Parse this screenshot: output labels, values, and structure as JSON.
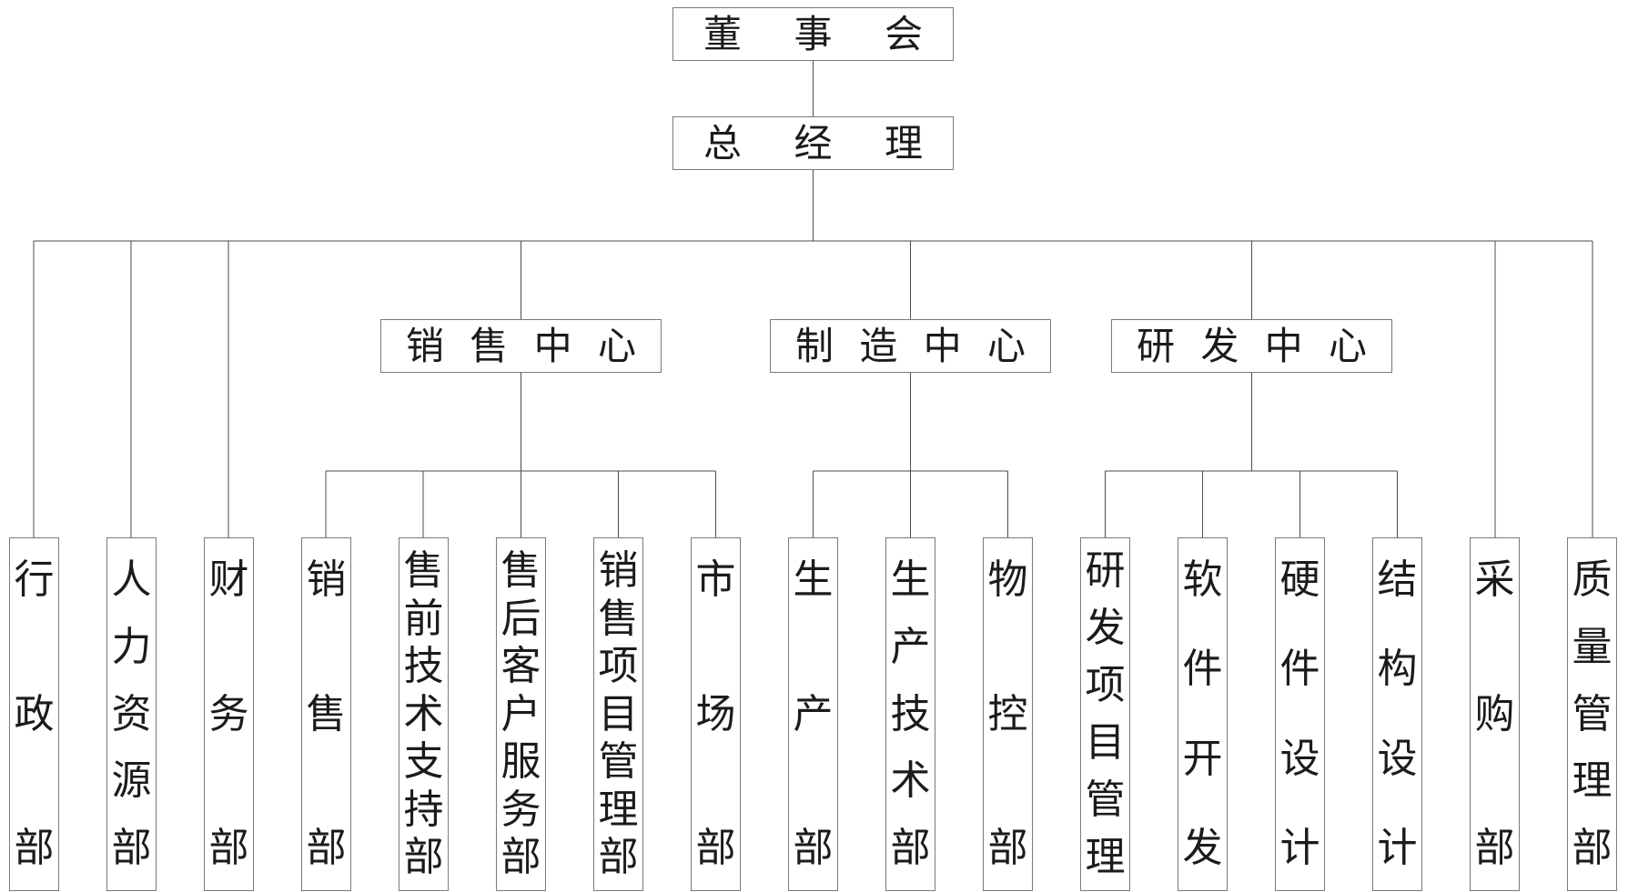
{
  "chart": {
    "board": "董事会",
    "general_manager": "总经理",
    "direct_left": [
      "行政部",
      "人力资源部",
      "财务部"
    ],
    "sales_center": {
      "label": "销售中心",
      "children": [
        "销售部",
        "售前技术支持部",
        "售后客户服务部",
        "销售项目管理部",
        "市场部"
      ]
    },
    "manufacturing_center": {
      "label": "制造中心",
      "children": [
        "生产部",
        "生产技术部",
        "物控部"
      ]
    },
    "rnd_center": {
      "label": "研发中心",
      "children": [
        "研发项目管理",
        "软件开发",
        "硬件设计",
        "结构设计"
      ]
    },
    "direct_right": [
      "采购部",
      "质量管理部"
    ]
  }
}
